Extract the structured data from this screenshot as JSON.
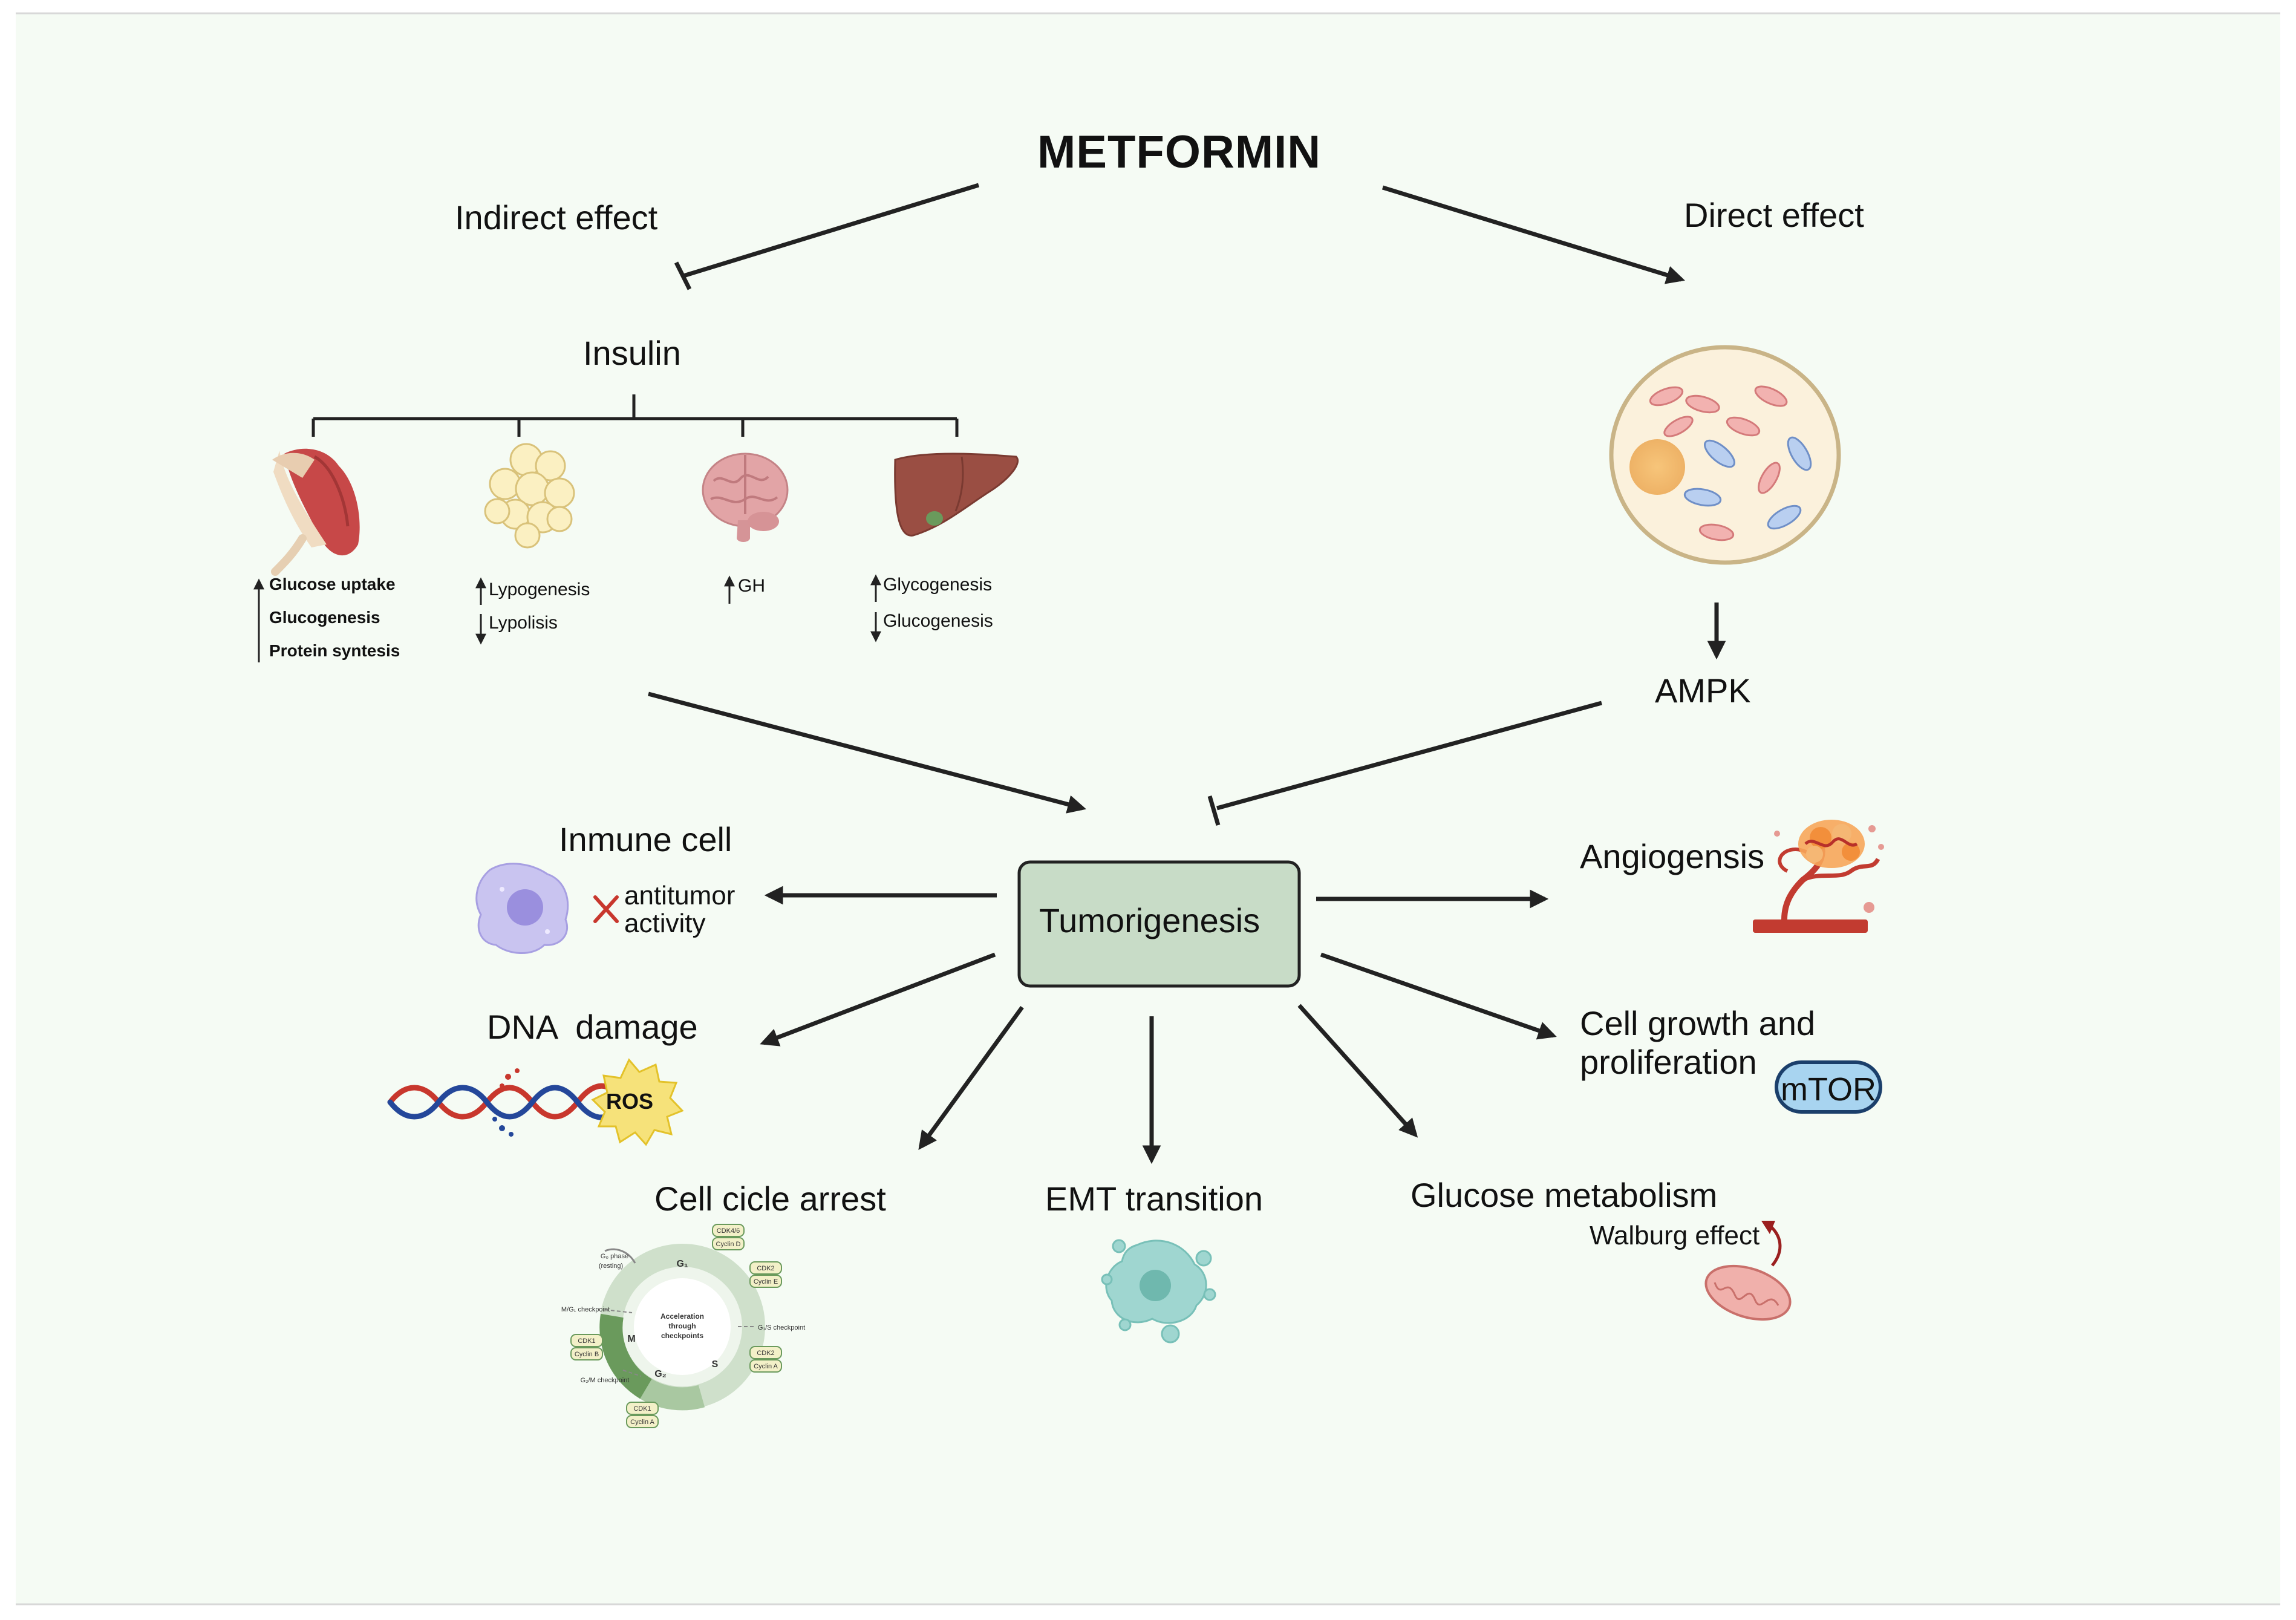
{
  "title": "METFORMIN",
  "branches": {
    "indirect": "Indirect effect",
    "direct": "Direct effect"
  },
  "insulin": {
    "label": "Insulin",
    "muscle": [
      "Glucose uptake",
      "Glucogenesis",
      "Protein syntesis"
    ],
    "fat": [
      "Lypogenesis",
      "Lypolisis"
    ],
    "brain": "GH",
    "liver": [
      "Glycogenesis",
      "Glucogenesis"
    ]
  },
  "ampk": "AMPK",
  "center": "Tumorigenesis",
  "outcomes": {
    "immune_title": "Inmune cell",
    "immune_effect": [
      "antitumor",
      "activity"
    ],
    "dna_title": "DNA  damage",
    "ros": "ROS",
    "cell_cycle": "Cell cicle arrest",
    "emt": "EMT transition",
    "glucose_title": "Glucose metabolism",
    "walburg": "Walburg effect",
    "growth": [
      "Cell growth and",
      "proliferation"
    ],
    "mtor": "mTOR",
    "angio": "Angiogensis"
  },
  "cycle_labels": {
    "g0": "G₀ phase",
    "resting": "(resting)",
    "g1": "G₁",
    "s": "S",
    "g2": "G₂",
    "m": "M",
    "mg1": "M/G₁ checkpoint",
    "g1s": "G₁/S checkpoint",
    "g2m": "G₂/M checkpoint",
    "center": [
      "Acceleration",
      "through",
      "checkpoints"
    ],
    "cdk46": "CDK4/6",
    "cycd": "Cyclin D",
    "cdk2a": "CDK2",
    "cyce": "Cyclin E",
    "cdk2b": "CDK2",
    "cyca1": "Cyclin A",
    "cdk1a": "CDK1",
    "cycb": "Cyclin B",
    "cdk1b": "CDK1",
    "cyca2": "Cyclin A"
  },
  "colors": {
    "background": "#f5fbf4",
    "tumor_fill": "#c8dcc7",
    "arrow": "#222222",
    "mtor_fill": "#a8d4f0",
    "mtor_stroke": "#1b3f6b",
    "ros_fill": "#f6e27a"
  }
}
